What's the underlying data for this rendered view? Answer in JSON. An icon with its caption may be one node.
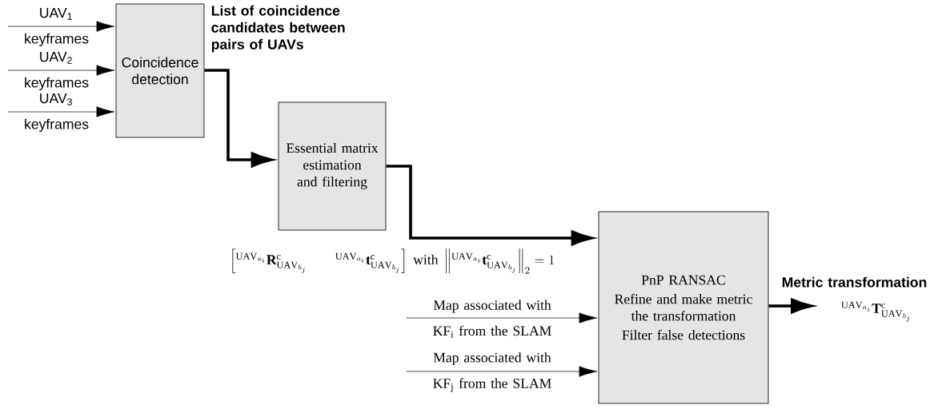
{
  "diagram": {
    "nodes": [
      {
        "text": [
          "Coincidence detection"
        ]
      },
      {
        "text": [
          "Essential matrix estimation and filtering"
        ]
      },
      {
        "text": [
          "PnP RANSAC",
          "Refine and make metric the transformation",
          "Filter false detections"
        ]
      }
    ],
    "edges": [
      {
        "from": null,
        "to": 0,
        "arrow": "to",
        "label": "UAV$_{1}$ keyframes"
      },
      {
        "from": null,
        "to": 0,
        "arrow": "to",
        "label": "UAV$_{2}$ keyframes"
      },
      {
        "from": null,
        "to": 0,
        "arrow": "to",
        "label": "UAV$_{3}$ keyframes"
      },
      {
        "from": 0,
        "to": 1,
        "arrow": "to",
        "style": "thick",
        "label": "List of coincidence candidates between pairs of UAVs"
      },
      {
        "from": 1,
        "to": 2,
        "arrow": "to",
        "style": "thick"
      },
      {
        "from": null,
        "to": 2,
        "arrow": "to",
        "label": "Map associated with KF$_{i}$ from the SLAM"
      },
      {
        "from": null,
        "to": 2,
        "arrow": "to",
        "label": "Map associated with KF$_{j}$ from the SLAM"
      },
      {
        "from": 2,
        "to": null,
        "arrow": "to",
        "style": "thick",
        "label": "Metric transformation"
      }
    ],
    "labels": [
      "\\left[{}^{\\mathrm{UAV}_{a_i}}\\mathbf{R}^{\\mathrm{c}}_{\\mathrm{UAV}_{b_j}}\\qquad {}^{\\mathrm{UAV}_{a_i}}\\mathbf{t}^{\\mathrm{c}}_{\\mathrm{UAV}_{b_j}}\\right]\\ \\mathrm{with}\\ \\left\\|{}^{\\mathrm{UAV}_{a_i}}\\mathbf{t}^{\\mathrm{c}}_{\\mathrm{UAV}_{b_j}}\\right\\|_2=1",
      "{}^{\\mathrm{UAV}_{a_i}}\\mathbf{T}^{\\mathrm{c}}_{\\mathrm{UAV}_{b_j}}"
    ]
  }
}
